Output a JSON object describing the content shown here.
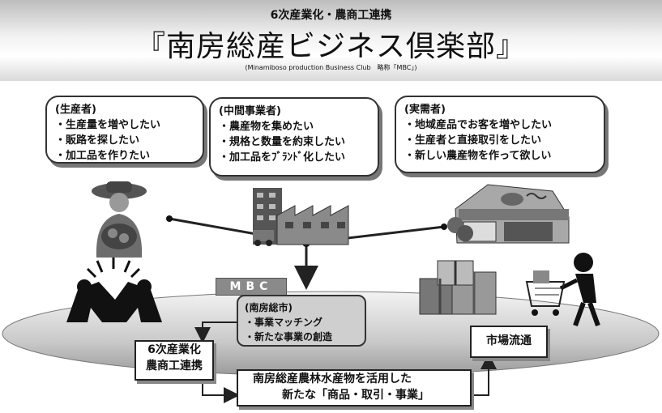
{
  "header": {
    "subtitle": "6次産業化・農商工連携",
    "title": "『南房総産ビジネス倶楽部』",
    "caption": "(Minamiboso production Business Club　略称「MBC」)"
  },
  "producer": {
    "heading": "(生産者)",
    "items": [
      "・生産量を増やしたい",
      "・販路を探したい",
      "・加工品を作りたい"
    ]
  },
  "intermediary": {
    "heading": "(中間事業者)",
    "items": [
      "・農産物を集めたい",
      "・規格と数量を約束したい",
      "・加工品をﾌﾞﾗﾝﾄﾞ化したい"
    ]
  },
  "retailer": {
    "heading": "(実需者)",
    "items": [
      "・地域産品でお客を増やしたい",
      "・生産者と直接取引をしたい",
      "・新しい農産物を作って欲しい"
    ]
  },
  "mbc": {
    "label": "MBC",
    "heading": "(南房総市)",
    "items": [
      "・事業マッチング",
      "・新たな事業の創造"
    ]
  },
  "boxes": {
    "sixth_line1": "6次産業化",
    "sixth_line2": "農商工連携",
    "market": "市場流通",
    "bottom_line1": "南房総産農林水産物を活用した",
    "bottom_line2": "新たな「商品・取引・事業」"
  },
  "icons": [
    "farmer-icon",
    "factory-icon",
    "store-icon",
    "handshake-icon",
    "gift-boxes-icon",
    "shopper-cart-icon"
  ]
}
